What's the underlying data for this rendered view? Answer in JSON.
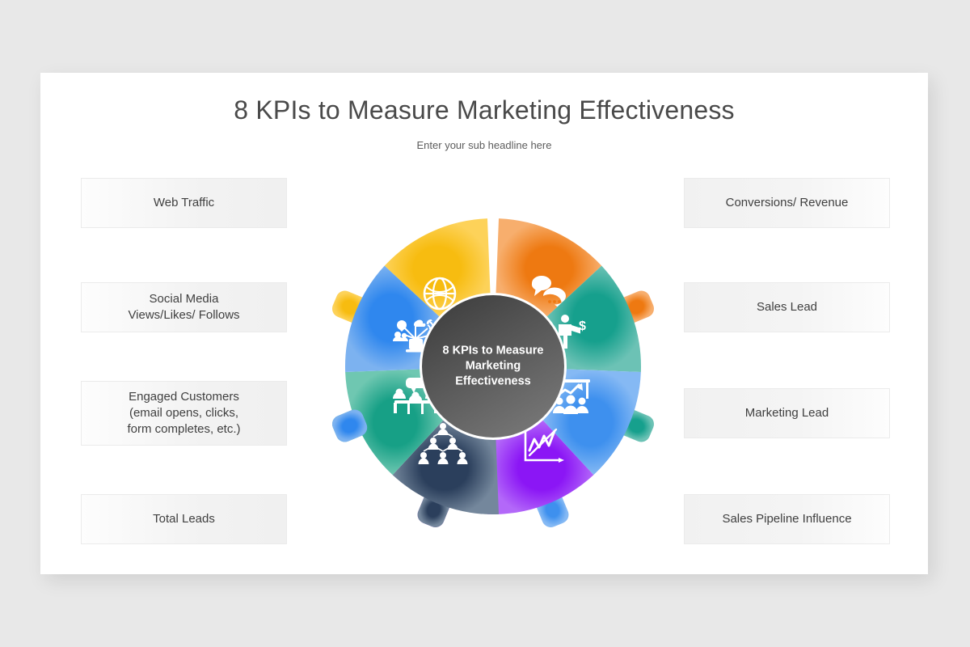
{
  "slide": {
    "title": "8 KPIs to Measure Marketing Effectiveness",
    "subtitle": "Enter your sub headline here",
    "background_color": "#e8e8e8",
    "canvas_color": "#ffffff"
  },
  "hub": {
    "line1": "8 KPIs to Measure",
    "line2": "Marketing",
    "line3": "Effectiveness",
    "color_dark": "#3b3b3b",
    "color_light": "#6e6e6e"
  },
  "left_labels": [
    {
      "text": "Web Traffic"
    },
    {
      "text": "Social Media\nViews/Likes/ Follows"
    },
    {
      "text": "Engaged Customers\n(email opens, clicks,\nform completes, etc.)"
    },
    {
      "text": "Total Leads"
    }
  ],
  "right_labels": [
    {
      "text": "Conversions/ Revenue"
    },
    {
      "text": "Sales Lead"
    },
    {
      "text": "Marketing Lead"
    },
    {
      "text": "Sales Pipeline Influence"
    }
  ],
  "segments": [
    {
      "id": "web-traffic",
      "label": "Web Traffic",
      "icon": "globe-icon",
      "position": "top-left",
      "color": "#f7bc10",
      "color_light": "#fcd34a"
    },
    {
      "id": "conversions",
      "label": "Conversions/ Revenue",
      "icon": "speech-bubbles-icon",
      "position": "top-right",
      "color": "#ee7911",
      "color_light": "#f6a862"
    },
    {
      "id": "sales-lead",
      "label": "Sales Lead",
      "icon": "person-dollar-icon",
      "position": "right-upper",
      "color": "#1ba08f",
      "color_light": "#62bdb0"
    },
    {
      "id": "marketing-lead",
      "label": "Marketing Lead",
      "icon": "team-chart-icon",
      "position": "right-lower",
      "color": "#3e90ee",
      "color_light": "#7fb6f3"
    },
    {
      "id": "sales-pipeline",
      "label": "Sales Pipeline Influence",
      "icon": "line-chart-icon",
      "position": "bottom-right",
      "color": "#8b16f5",
      "color_light": "#ac5cf8"
    },
    {
      "id": "total-leads",
      "label": "Total Leads",
      "icon": "org-pyramid-icon",
      "position": "bottom-left",
      "color": "#2b3f5c",
      "color_light": "#6b7f96"
    },
    {
      "id": "engaged-customers",
      "label": "Engaged Customers",
      "icon": "meeting-table-icon",
      "position": "left-lower",
      "color": "#17a086",
      "color_light": "#68c4b0"
    },
    {
      "id": "social-media",
      "label": "Social Media",
      "icon": "social-broadcast-icon",
      "position": "left-upper",
      "color": "#2f87ee",
      "color_light": "#74afef"
    }
  ]
}
